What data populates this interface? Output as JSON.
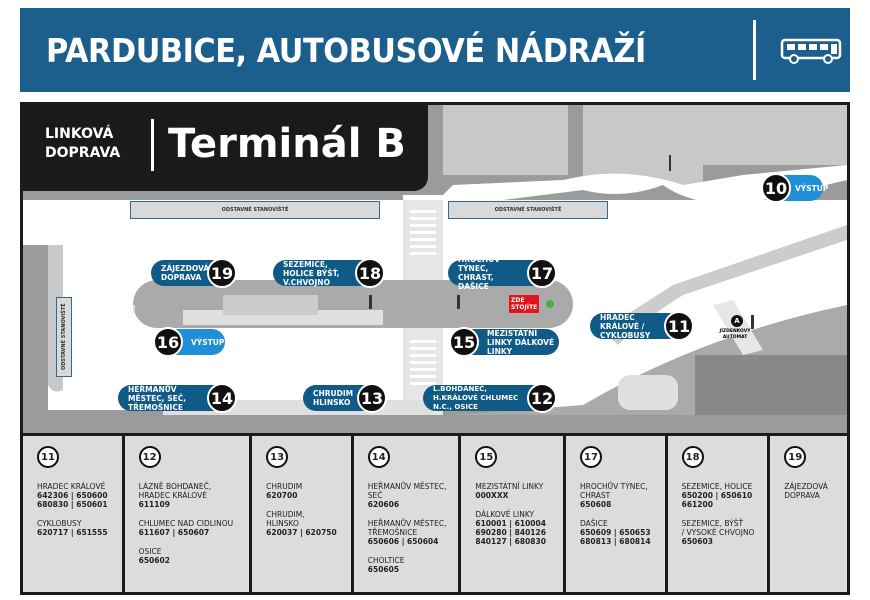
{
  "header": {
    "title": "PARDUBICE, AUTOBUSOVÉ NÁDRAŽÍ",
    "icon": "bus-icon",
    "color": "#1c5e8c"
  },
  "tab": {
    "subtitle_line1": "LINKOVÁ",
    "subtitle_line2": "DOPRAVA",
    "title": "Terminál B"
  },
  "map": {
    "parking_label": "ODSTAVNÉ STANOVIŠTĚ",
    "you_are_here": "ZDE STOJÍTE",
    "ticket_machine_icon": "A",
    "ticket_machine_label": "JÍZDENKOVÝ AUTOMAT",
    "stands": [
      {
        "num": "10",
        "label": "VÝSTUP"
      },
      {
        "num": "11",
        "label": "HRADEC KRÁLOVÉ / CYKLOBUSY"
      },
      {
        "num": "12",
        "label": "L.BOHDANEČ, H.KRÁLOVÉ CHLUMEC N.C., OSICE"
      },
      {
        "num": "13",
        "label": "CHRUDIM HLINSKO"
      },
      {
        "num": "14",
        "label": "HEŘMANŮV MĚSTEC, SEČ, TŘEMOŠNICE"
      },
      {
        "num": "15",
        "label": "MEZISTÁTNÍ LINKY DÁLKOVÉ LINKY"
      },
      {
        "num": "16",
        "label": "VÝSTUP"
      },
      {
        "num": "17",
        "label": "HROCHŮV TÝNEC, CHRAST, DAŠICE"
      },
      {
        "num": "18",
        "label": "SEZEMICE, HOLICE BÝŠŤ, V.CHVOJNO"
      },
      {
        "num": "19",
        "label": "ZÁJEZDOVÁ DOPRAVA"
      }
    ]
  },
  "table": [
    {
      "num": "11",
      "groups": [
        {
          "city": "HRADEC KRÁLOVÉ",
          "lines": "642306 | 650600\n680830 | 650601"
        },
        {
          "city": "CYKLOBUSY",
          "lines": "620717 | 651555"
        }
      ]
    },
    {
      "num": "12",
      "groups": [
        {
          "city": "LÁZNĚ BOHDANEČ,\nHRADEC KRÁLOVÉ",
          "lines": "611109"
        },
        {
          "city": "CHLUMEC NAD CIDLINOU",
          "lines": "611607 | 650607"
        },
        {
          "city": "OSICE",
          "lines": "650602"
        }
      ]
    },
    {
      "num": "13",
      "groups": [
        {
          "city": "CHRUDIM",
          "lines": "620700"
        },
        {
          "city": "CHRUDIM,\nHLINSKO",
          "lines": "620037 | 620750"
        }
      ]
    },
    {
      "num": "14",
      "groups": [
        {
          "city": "HEŘMANŮV MĚSTEC,\nSEČ",
          "lines": "620606"
        },
        {
          "city": "HEŘMANŮV MĚSTEC,\nTŘEMOŠNICE",
          "lines": "650606 | 650604"
        },
        {
          "city": "CHOLTICE",
          "lines": "650605"
        }
      ]
    },
    {
      "num": "15",
      "groups": [
        {
          "city": "MEZISTÁTNÍ LINKY",
          "lines": "000XXX"
        },
        {
          "city": "DÁLKOVÉ LINKY",
          "lines": "610001 | 610004\n690280 | 840126\n840127 | 680830"
        }
      ]
    },
    {
      "num": "17",
      "groups": [
        {
          "city": "HROCHŮV TÝNEC,\nCHRAST",
          "lines": "650608"
        },
        {
          "city": "DAŠICE",
          "lines": "650609 | 650653\n680813 | 680814"
        }
      ]
    },
    {
      "num": "18",
      "groups": [
        {
          "city": "SEZEMICE, HOLICE",
          "lines": "650200 | 650610\n661200"
        },
        {
          "city": "SEZEMICE, BÝŠŤ\n/ VYSOKÉ CHVOJNO",
          "lines": "650603"
        }
      ]
    },
    {
      "num": "19",
      "groups": [
        {
          "city": "ZÁJEZDOVÁ\nDOPRAVA",
          "lines": ""
        }
      ]
    }
  ]
}
